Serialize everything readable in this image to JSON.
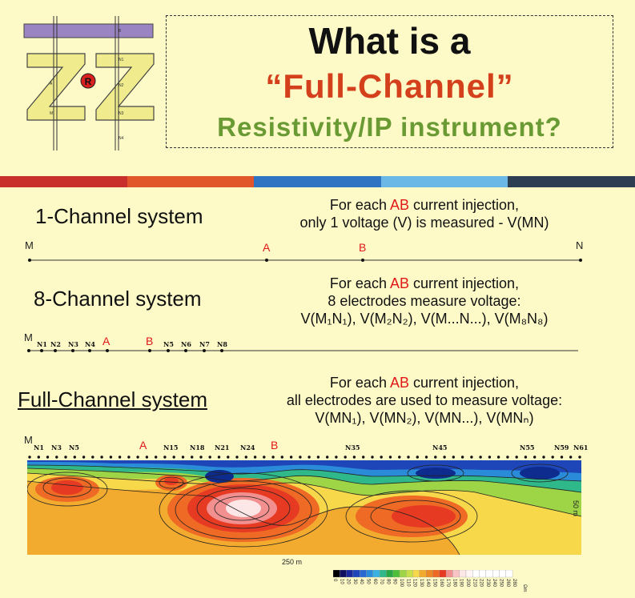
{
  "logo": {
    "r_letter": "R",
    "electrodes": [
      "B",
      "N1",
      "N2",
      "A",
      "M",
      "N3",
      "N4"
    ]
  },
  "title": {
    "line1": "What is a",
    "line2": "“Full-Channel”",
    "line3": "Resistivity/IP instrument?"
  },
  "colors": {
    "stripe": [
      "#c9302c",
      "#e2562b",
      "#2e74c2",
      "#6bb8e6",
      "#2e3e52"
    ],
    "title_red": "#d4401b",
    "title_green": "#6a9a34",
    "electrode_red": "#e01818"
  },
  "one_channel": {
    "title": "1-Channel system",
    "desc_line1_pre": "For each ",
    "desc_line1_ab": "AB",
    "desc_line1_post": " current injection,",
    "desc_line2": "only 1 voltage (V) is measured - V(MN)",
    "labels": {
      "m": "M",
      "a": "A",
      "b": "B",
      "n": "N"
    }
  },
  "eight_channel": {
    "title": "8-Channel system",
    "desc_line1_pre": "For each ",
    "desc_line1_ab": "AB",
    "desc_line1_post": " current injection,",
    "desc_line2": "8 electrodes measure voltage:",
    "desc_line3": "V(M₁N₁), V(M₂N₂), V(M...N...), V(M₈N₈)",
    "labels": {
      "m": "M",
      "n1": "N1",
      "n2": "N2",
      "n3": "N3",
      "n4": "N4",
      "a": "A",
      "b": "B",
      "n5": "N5",
      "n6": "N6",
      "n7": "N7",
      "n8": "N8"
    }
  },
  "full_channel": {
    "title": "Full-Channel system",
    "desc_line1_pre": "For each ",
    "desc_line1_ab": "AB",
    "desc_line1_post": " current injection,",
    "desc_line2": "all electrodes are used to measure voltage:",
    "desc_line3": "V(MN₁), V(MN₂), V(MN...), V(MNₙ)",
    "labels": {
      "m": "M",
      "n1": "N1",
      "n3": "N3",
      "n5": "N5",
      "a": "A",
      "n15": "N15",
      "n18": "N18",
      "n21": "N21",
      "n24": "N24",
      "b": "B",
      "n35": "N35",
      "n45": "N45",
      "n55": "N55",
      "n59": "N59",
      "n61": "N61"
    },
    "x_scale": "250 m",
    "y_scale": "50 m"
  },
  "legend": {
    "unit": "Ωm",
    "ticks": [
      "0",
      "10",
      "20",
      "30",
      "40",
      "50",
      "60",
      "70",
      "80",
      "90",
      "100",
      "110",
      "120",
      "130",
      "140",
      "150",
      "160",
      "170",
      "180",
      "190",
      "200",
      "210",
      "220",
      "230",
      "240",
      "250",
      "260",
      "280"
    ]
  }
}
